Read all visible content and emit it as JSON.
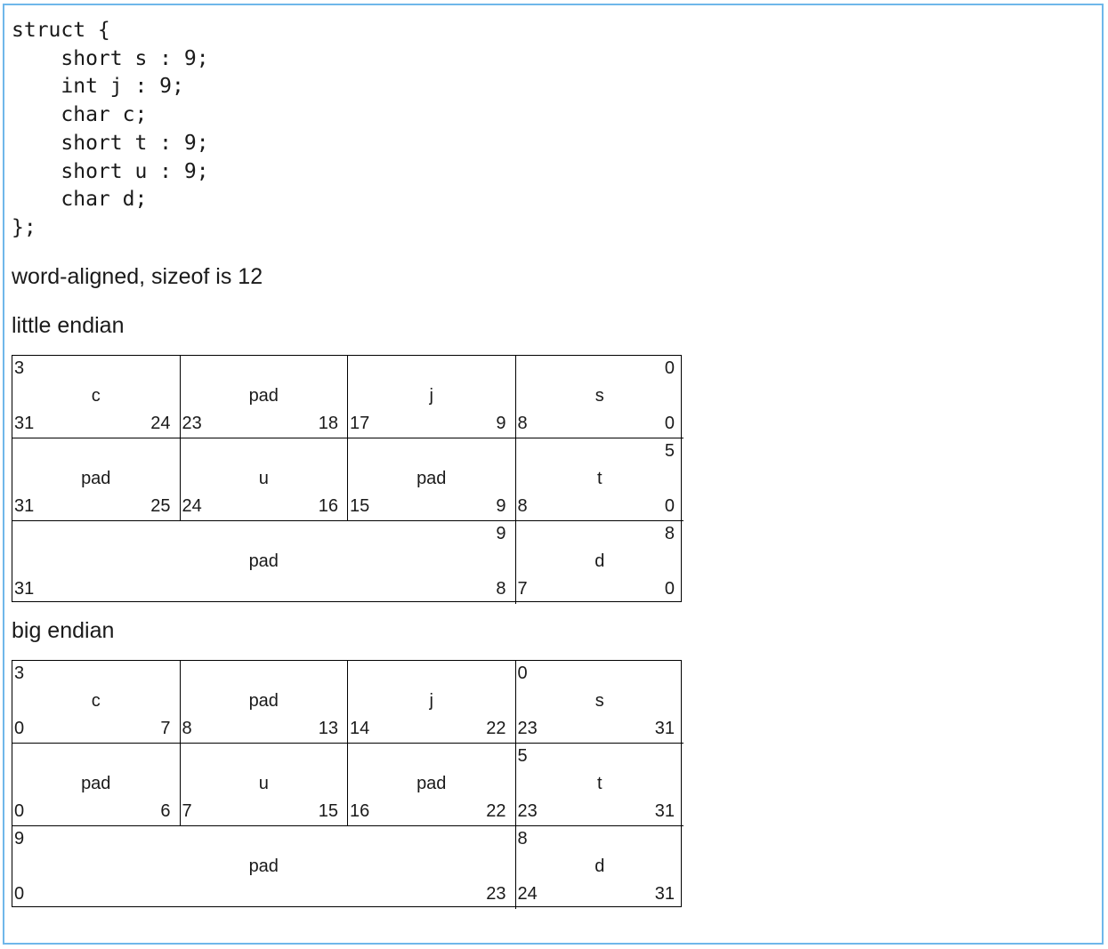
{
  "code_lines": [
    "struct {",
    "    short s : 9;",
    "    int j : 9;",
    "    char c;",
    "    short t : 9;",
    "    short u : 9;",
    "    char d;",
    "};"
  ],
  "alignment_note": "word-aligned, sizeof is 12",
  "little_endian": {
    "heading": "little endian",
    "rows": [
      [
        {
          "span": 1,
          "byte_left": "3",
          "byte_right": "",
          "name": "c",
          "bit_left": "31",
          "bit_right": "24"
        },
        {
          "span": 1,
          "byte_left": "",
          "byte_right": "",
          "name": "pad",
          "bit_left": "23",
          "bit_right": "18"
        },
        {
          "span": 1,
          "byte_left": "",
          "byte_right": "",
          "name": "j",
          "bit_left": "17",
          "bit_right": "9"
        },
        {
          "span": 1,
          "byte_left": "",
          "byte_right": "0",
          "name": "s",
          "bit_left": "8",
          "bit_right": "0"
        }
      ],
      [
        {
          "span": 1,
          "byte_left": "",
          "byte_right": "",
          "name": "pad",
          "bit_left": "31",
          "bit_right": "25"
        },
        {
          "span": 1,
          "byte_left": "",
          "byte_right": "",
          "name": "u",
          "bit_left": "24",
          "bit_right": "16"
        },
        {
          "span": 1,
          "byte_left": "",
          "byte_right": "",
          "name": "pad",
          "bit_left": "15",
          "bit_right": "9"
        },
        {
          "span": 1,
          "byte_left": "",
          "byte_right": "5",
          "name": "t",
          "bit_left": "8",
          "bit_right": "0"
        }
      ],
      [
        {
          "span": 3,
          "byte_left": "",
          "byte_right": "9",
          "name": "pad",
          "bit_left": "31",
          "bit_right": "8"
        },
        {
          "span": 1,
          "byte_left": "",
          "byte_right": "8",
          "name": "d",
          "bit_left": "7",
          "bit_right": "0"
        }
      ]
    ]
  },
  "big_endian": {
    "heading": "big endian",
    "rows": [
      [
        {
          "span": 1,
          "byte_left": "3",
          "byte_right": "",
          "name": "c",
          "bit_left": "0",
          "bit_right": "7"
        },
        {
          "span": 1,
          "byte_left": "",
          "byte_right": "",
          "name": "pad",
          "bit_left": "8",
          "bit_right": "13"
        },
        {
          "span": 1,
          "byte_left": "",
          "byte_right": "",
          "name": "j",
          "bit_left": "14",
          "bit_right": "22"
        },
        {
          "span": 1,
          "byte_left": "0",
          "byte_right": "",
          "name": "s",
          "bit_left": "23",
          "bit_right": "31"
        }
      ],
      [
        {
          "span": 1,
          "byte_left": "",
          "byte_right": "",
          "name": "pad",
          "bit_left": "0",
          "bit_right": "6"
        },
        {
          "span": 1,
          "byte_left": "",
          "byte_right": "",
          "name": "u",
          "bit_left": "7",
          "bit_right": "15"
        },
        {
          "span": 1,
          "byte_left": "",
          "byte_right": "",
          "name": "pad",
          "bit_left": "16",
          "bit_right": "22"
        },
        {
          "span": 1,
          "byte_left": "5",
          "byte_right": "",
          "name": "t",
          "bit_left": "23",
          "bit_right": "31"
        }
      ],
      [
        {
          "span": 3,
          "byte_left": "9",
          "byte_right": "",
          "name": "pad",
          "bit_left": "0",
          "bit_right": "23"
        },
        {
          "span": 1,
          "byte_left": "8",
          "byte_right": "",
          "name": "d",
          "bit_left": "24",
          "bit_right": "31"
        }
      ]
    ]
  },
  "colors": {
    "frame_border": "#6fb7ea",
    "grid_lines": "#000000",
    "text": "#1a1a1a"
  }
}
